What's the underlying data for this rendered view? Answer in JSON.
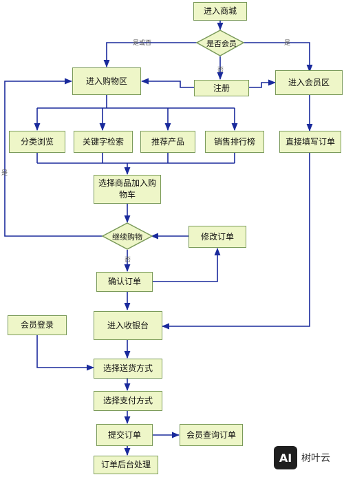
{
  "nodes": {
    "enter_mall": "进入商城",
    "is_member": "是否会员",
    "shopping_area": "进入购物区",
    "register": "注册",
    "member_area": "进入会员区",
    "category_browse": "分类浏览",
    "keyword_search": "关键字检索",
    "recommended": "推荐产品",
    "sales_ranking": "销售排行榜",
    "fill_order": "直接填写订单",
    "add_to_cart": "选择商品加入购物车",
    "continue_shopping": "继续购物",
    "modify_order": "修改订单",
    "confirm_order": "确认订单",
    "cashier": "进入收银台",
    "member_login": "会员登录",
    "delivery": "选择送货方式",
    "payment": "选择支付方式",
    "submit_order": "提交订单",
    "query_order": "会员查询订单",
    "backend_process": "订单后台处理"
  },
  "edge_labels": {
    "yes_or_no": "是或否",
    "yes_right": "是",
    "no_register": "否",
    "yes_left": "是",
    "no_confirm": "否"
  },
  "watermark": {
    "logo": "AI",
    "name": "树叶云"
  },
  "colors": {
    "line": "#1a2a9c",
    "node_fill": "#eef6c8",
    "node_border": "#7a9a5a"
  }
}
